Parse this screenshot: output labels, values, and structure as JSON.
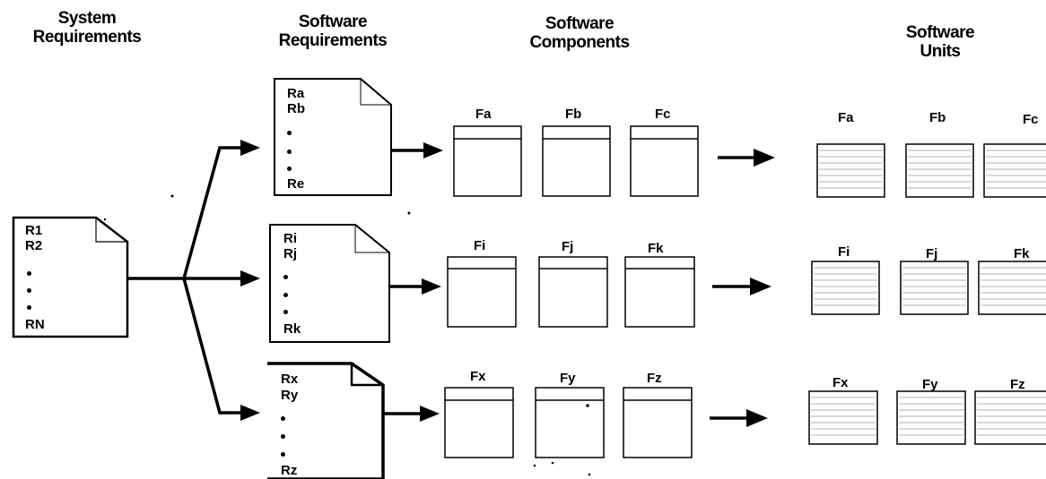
{
  "headers": {
    "system_requirements": [
      "System",
      "Requirements"
    ],
    "software_requirements": [
      "Software",
      "Requirements"
    ],
    "software_components": [
      "Software",
      "Components"
    ],
    "software_units": [
      "Software",
      "Units"
    ]
  },
  "system_doc": {
    "first": "R1",
    "second": "R2",
    "last": "RN"
  },
  "software_docs": [
    {
      "first": "Ra",
      "second": "Rb",
      "last": "Re"
    },
    {
      "first": "Ri",
      "second": "Rj",
      "last": "Rk"
    },
    {
      "first": "Rx",
      "second": "Ry",
      "last": "Rz"
    }
  ],
  "components": [
    [
      "Fa",
      "Fb",
      "Fc"
    ],
    [
      "Fi",
      "Fj",
      "Fk"
    ],
    [
      "Fx",
      "Fy",
      "Fz"
    ]
  ],
  "units": [
    [
      "Fa",
      "Fb",
      "Fc"
    ],
    [
      "Fi",
      "Fj",
      "Fk"
    ],
    [
      "Fx",
      "Fy",
      "Fz"
    ]
  ]
}
